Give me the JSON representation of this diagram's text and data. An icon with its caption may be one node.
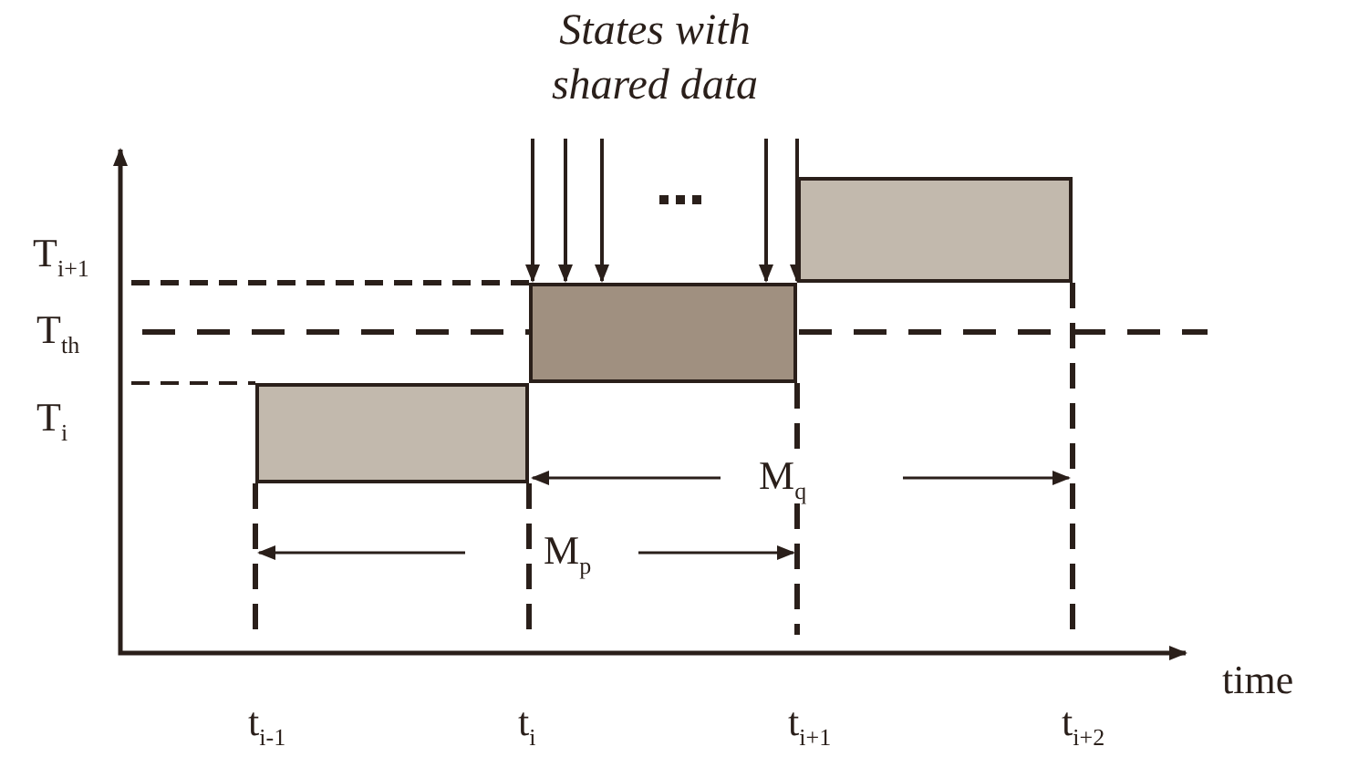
{
  "diagram": {
    "nodes": [
      {
        "text": [
          "States with shared data"
        ]
      },
      {
        "text": [],
        "shape": "box"
      },
      {
        "text": [],
        "shape": "box"
      },
      {
        "text": [],
        "shape": "box"
      }
    ],
    "edges": [
      {
        "from": 0,
        "to": 2,
        "arrow": "to"
      },
      {
        "from": 0,
        "to": 2,
        "arrow": "to"
      },
      {
        "from": 0,
        "to": 2,
        "arrow": "to"
      },
      {
        "from": 0,
        "to": 2,
        "arrow": "to"
      },
      {
        "from": 0,
        "to": 2,
        "arrow": "to"
      }
    ],
    "labels": [
      "T$_{i+1}$",
      "T$_{th}$",
      "T$_{i}$",
      "M$_{q}$",
      "M$_{p}$",
      "t$_{i-1}$",
      "t$_{i}$",
      "t$_{i+1}$",
      "t$_{i+2}$",
      "time"
    ]
  }
}
